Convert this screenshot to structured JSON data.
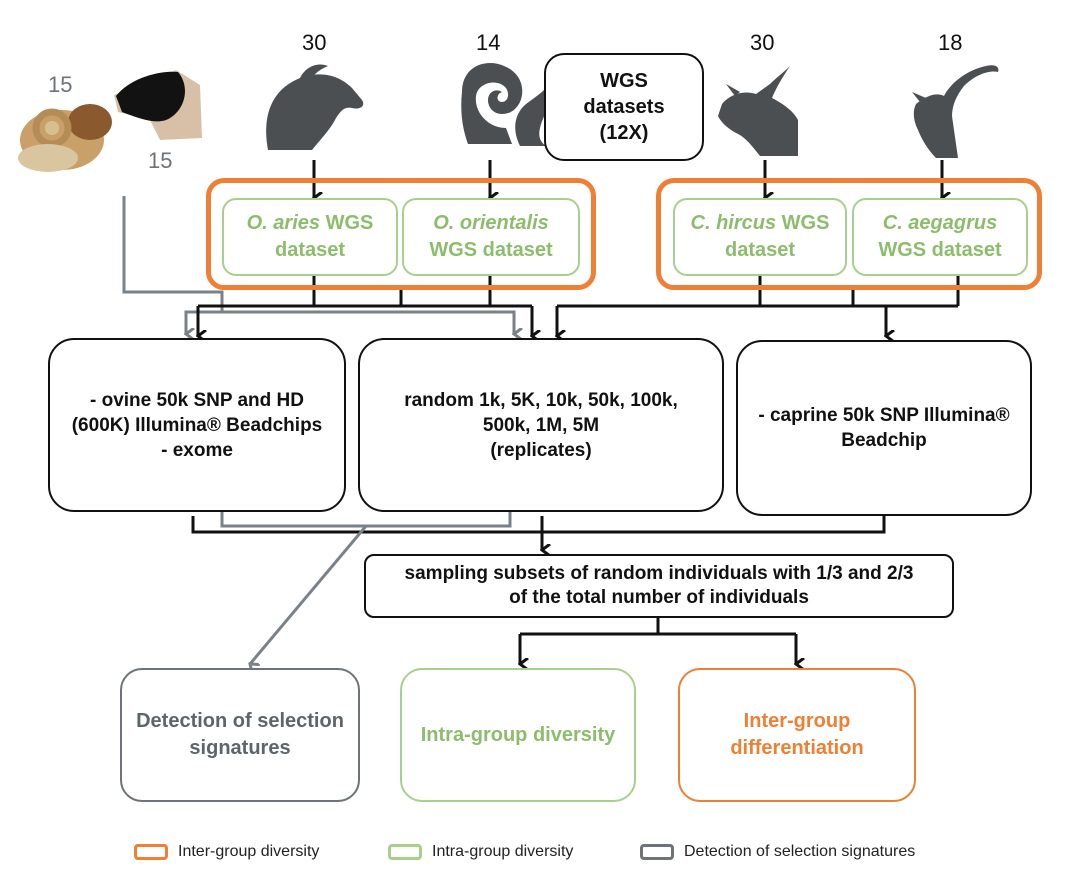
{
  "counts": {
    "ram": "15",
    "black_sheep": "15",
    "mouflon": "30",
    "argali": "14",
    "goat": "30",
    "ibex": "18"
  },
  "wgs_box": {
    "line1": "WGS",
    "line2": "datasets",
    "line3": "(12X)"
  },
  "datasets": {
    "o_aries": {
      "italic": "O. aries",
      "rest1": " WGS",
      "line2": "dataset"
    },
    "o_orientalis": {
      "italic": "O. orientalis",
      "line2": "WGS dataset"
    },
    "c_hircus": {
      "italic": "C. hircus",
      "rest1": " WGS",
      "line2": "dataset"
    },
    "c_aegagrus": {
      "italic": "C. aegagrus",
      "line2": "WGS dataset"
    }
  },
  "panels": {
    "ovine": [
      "- ovine 50k SNP and HD",
      "(600K) Illumina® Beadchips",
      "- exome"
    ],
    "random": [
      "random 1k, 5K, 10k, 50k, 100k,",
      "500k, 1M, 5M",
      "(replicates)"
    ],
    "caprine": [
      "- caprine 50k SNP Illumina®",
      "Beadchip"
    ]
  },
  "sampling": [
    "sampling subsets of random individuals with 1/3 and 2/3",
    "of the total number of individuals"
  ],
  "outcomes": {
    "selection": [
      "Detection of selection",
      "signatures"
    ],
    "intra": [
      "Intra-group diversity"
    ],
    "inter": [
      "Inter-group",
      "differentiation"
    ]
  },
  "legend": {
    "inter": "Inter-group diversity",
    "intra": "Intra-group diversity",
    "selection": "Detection of selection signatures"
  },
  "colors": {
    "inter": "#ef7f35",
    "intra": "#a9cf8f",
    "selection": "#6d7378",
    "black": "#111111"
  },
  "icons": [
    "ram-photo",
    "black-sheep-photo",
    "mouflon-silhouette",
    "argali-silhouette",
    "goat-silhouette",
    "ibex-silhouette"
  ]
}
